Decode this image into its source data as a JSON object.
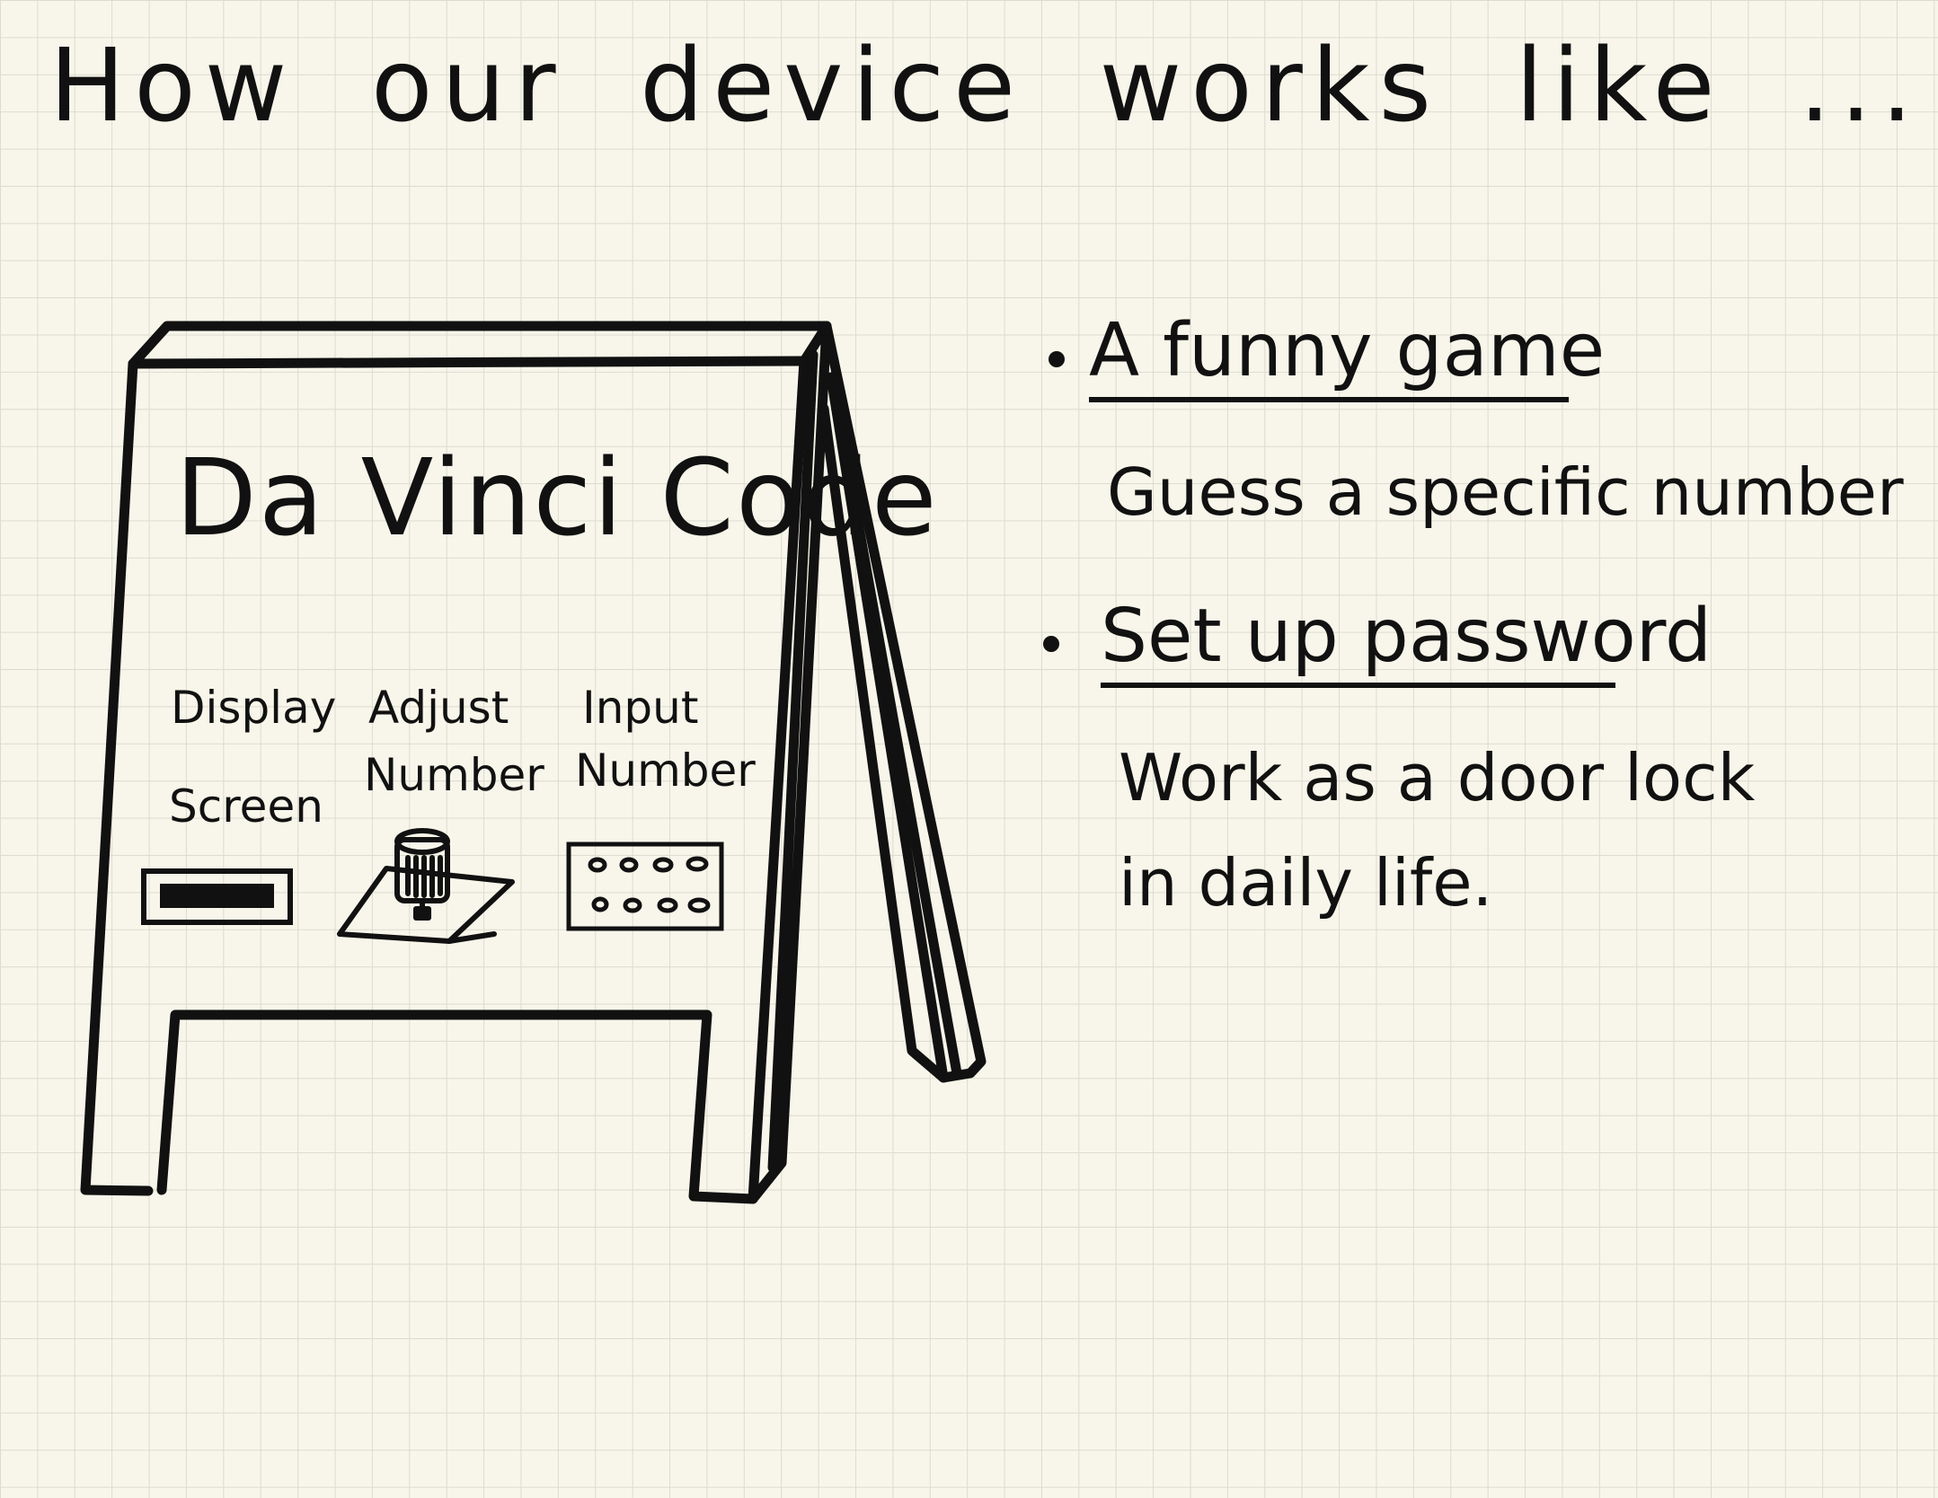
{
  "title": "How our device works like ...",
  "sign": {
    "title": "Da Vinci Code",
    "components": [
      {
        "line1": "Display",
        "line2": "Screen",
        "icon": "display-screen-icon"
      },
      {
        "line1": "Adjust",
        "line2": "Number",
        "icon": "rotary-knob-icon"
      },
      {
        "line1": "Input",
        "line2": "Number",
        "icon": "keypad-icon"
      }
    ]
  },
  "bullets": [
    {
      "heading": "A funny game",
      "description": [
        "Guess a specific number"
      ]
    },
    {
      "heading": "Set up password",
      "description": [
        "Work as a door lock",
        "in daily life."
      ]
    }
  ],
  "colors": {
    "paper": "#f8f6ea",
    "grid": "#dcdbcf",
    "ink": "#111111"
  }
}
